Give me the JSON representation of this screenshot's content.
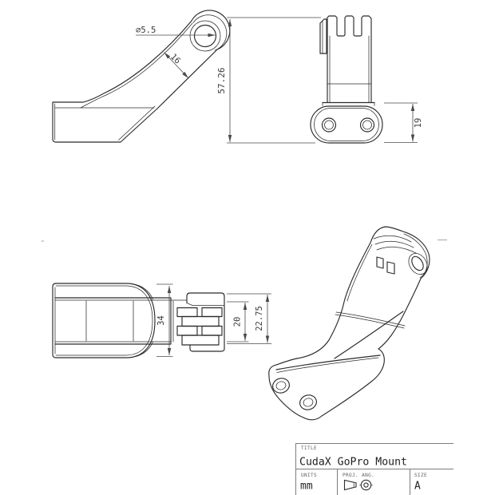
{
  "drawing": {
    "dims": {
      "side": {
        "hole_dia": "⌀5.5",
        "arm_width": "16"
      },
      "front": {
        "overall_height": "57.26",
        "base_height": "19"
      },
      "top": {
        "base_width": "34",
        "prong_width": "20",
        "prong_overall": "22.75"
      }
    },
    "title_block": {
      "title_label": "TITLE",
      "title": "CudaX GoPro Mount",
      "units_label": "UNITS",
      "units_value": "mm",
      "proj_label": "PROJ. ANG.",
      "proj_icon": "third-angle-projection-symbol",
      "size_label": "SIZE",
      "size_value": "A"
    },
    "colors": {
      "background": "#ffffff",
      "part_line": "#2b2b2b",
      "dimension_line": "#4a4a4a",
      "title_border": "#7d7d7d"
    }
  }
}
